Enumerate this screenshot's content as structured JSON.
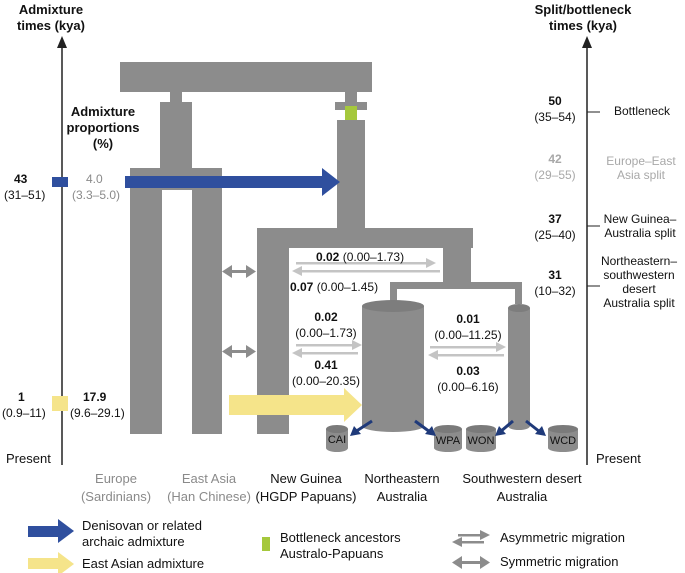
{
  "left_axis": {
    "title_line1": "Admixture",
    "title_line2": "times (kya)",
    "present": "Present",
    "den_time": "43",
    "den_time_ci": "(31–51)",
    "ea_time": "1",
    "ea_time_ci": "(0.9–11)"
  },
  "right_axis": {
    "title_line1": "Split/bottleneck",
    "title_line2": "times (kya)",
    "present": "Present",
    "events": [
      {
        "value": "50",
        "ci": "(35–54)",
        "label1": "Bottleneck",
        "label2": "",
        "label3": ""
      },
      {
        "value": "42",
        "ci": "(29–55)",
        "label1": "Europe–East",
        "label2": "Asia split",
        "label3": ""
      },
      {
        "value": "37",
        "ci": "(25–40)",
        "label1": "New Guinea–",
        "label2": "Australia split",
        "label3": ""
      },
      {
        "value": "31",
        "ci": "(10–32)",
        "label1": "Northeastern–",
        "label2": "southwestern",
        "label3": "desert",
        "label4": "Australia split"
      }
    ]
  },
  "admixture_proportions": {
    "title_line1": "Admixture",
    "title_line2": "proportions",
    "title_line3": "(%)",
    "den_value": "4.0",
    "den_ci": "(3.3–5.0)",
    "ea_value": "17.9",
    "ea_ci": "(9.6–29.1)"
  },
  "migration_rates": {
    "r1_value": "0.02",
    "r1_ci": "(0.00–1.73)",
    "r2_value": "0.07",
    "r2_ci": "(0.00–1.45)",
    "r3_value": "0.02",
    "r3_ci": "(0.00–1.73)",
    "r4_value": "0.41",
    "r4_ci": "(0.00–20.35)",
    "r5_value": "0.01",
    "r5_ci": "(0.00–11.25)",
    "r6_value": "0.03",
    "r6_ci": "(0.00–6.16)"
  },
  "subpops": [
    "CAI",
    "WPA",
    "WON",
    "WCD"
  ],
  "populations": [
    {
      "line1": "Europe",
      "line2": "(Sardinians)"
    },
    {
      "line1": "East Asia",
      "line2": "(Han Chinese)"
    },
    {
      "line1": "New Guinea",
      "line2": "(HGDP Papuans)"
    },
    {
      "line1": "Northeastern",
      "line2": "Australia"
    },
    {
      "line1": "Southwestern desert",
      "line2": "Australia"
    }
  ],
  "legend": {
    "denisovan_line1": "Denisovan or related",
    "denisovan_line2": "archaic admixture",
    "east_asian": "East Asian admixture",
    "bottleneck_line1": "Bottleneck ancestors",
    "bottleneck_line2": "Australo-Papuans",
    "asym": "Asymmetric migration",
    "sym": "Symmetric migration"
  },
  "colors": {
    "branch": "#8c8c8c",
    "denisovan": "#2f4f9e",
    "east_asian": "#f5e48a",
    "bottleneck": "#a5c83c",
    "asym_arrow": "#c4c4c4",
    "sym_arrow": "#8c8c8c",
    "dark_blue_arrow": "#1f3a7a"
  }
}
